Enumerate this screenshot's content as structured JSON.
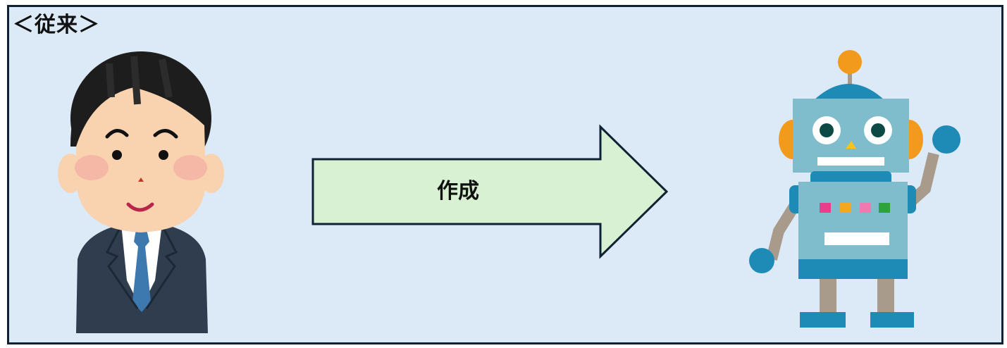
{
  "diagram": {
    "title": "＜従来＞",
    "arrow": {
      "label": "作成",
      "fill": "#d8f1d2",
      "stroke": "#0e2233"
    },
    "left_figure": {
      "name": "businessman",
      "description": "man in dark suit with blue tie"
    },
    "right_figure": {
      "name": "robot",
      "description": "light-blue robot waving"
    },
    "colors": {
      "background": "#dce9f6",
      "border": "#0e2233",
      "suit": "#2f3d4f",
      "tie": "#3d78ae",
      "skin": "#f9d3b0",
      "hair": "#1d1d1d",
      "robot_body": "#7fbccc",
      "robot_dark": "#1e8ab6",
      "robot_ear": "#f29a1b",
      "robot_joint": "#a99b8c"
    }
  }
}
